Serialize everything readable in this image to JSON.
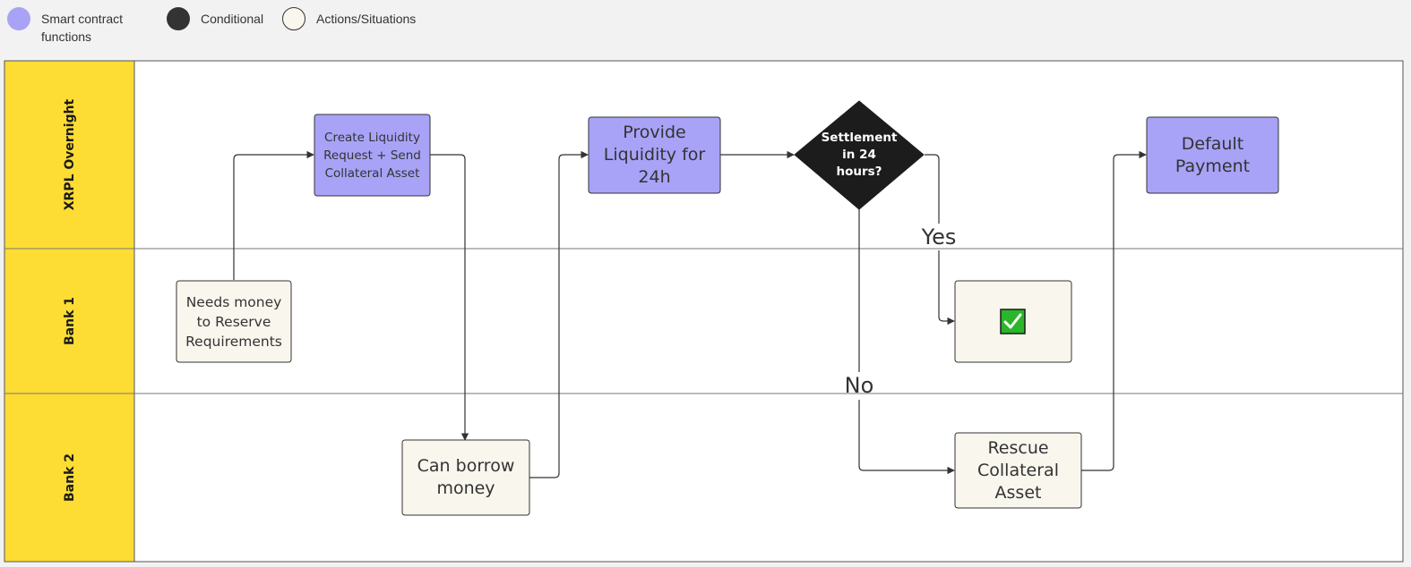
{
  "colors": {
    "smart_contract": "#a8a3f7",
    "conditional": "#1c1c1c",
    "action": "#f9f6ee",
    "lane_header": "#fddc34",
    "check": "#2ab52a"
  },
  "legend": {
    "smart_contract": "Smart contract functions",
    "conditional": "Conditional",
    "actions": "Actions/Situations"
  },
  "lanes": {
    "xrpl": "XRPL Overnight",
    "bank1": "Bank 1",
    "bank2": "Bank 2"
  },
  "nodes": {
    "needs_money": "Needs money to Reserve Requirements",
    "create_request": "Create Liquidity Request + Send Collateral Asset",
    "can_borrow": "Can borrow money",
    "provide_liquidity": "Provide Liquidity for 24h",
    "settlement": "Settlement in 24 hours?",
    "default_payment": "Default Payment",
    "rescue_collateral": "Rescue Collateral Asset",
    "success_icon": "check-mark-icon"
  },
  "edge_labels": {
    "yes": "Yes",
    "no": "No"
  }
}
